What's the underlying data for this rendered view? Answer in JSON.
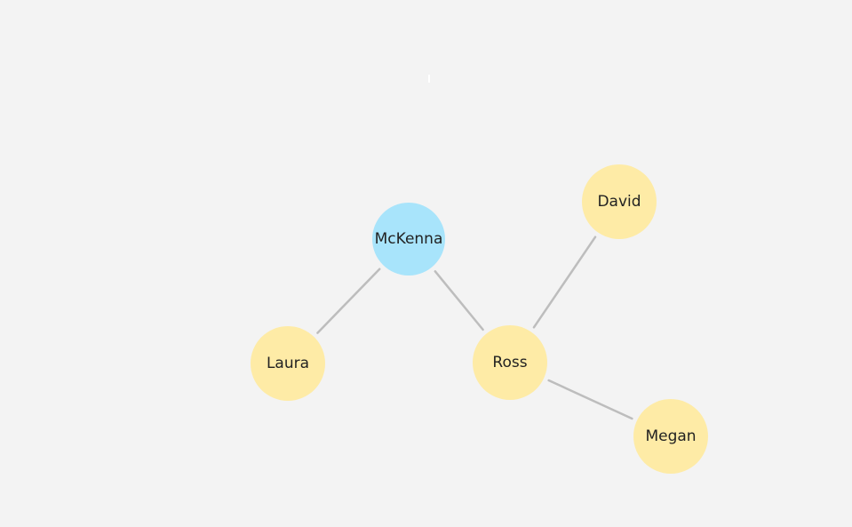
{
  "graph": {
    "colors": {
      "center_node": "#a8e4fb",
      "friend_node": "#feeba6",
      "edge": "#bdbdbd",
      "background": "#f3f3f3",
      "label": "#222222"
    },
    "nodes": [
      {
        "id": "mckenna",
        "label": "McKenna",
        "role": "center"
      },
      {
        "id": "laura",
        "label": "Laura",
        "role": "friend"
      },
      {
        "id": "ross",
        "label": "Ross",
        "role": "friend"
      },
      {
        "id": "david",
        "label": "David",
        "role": "friend"
      },
      {
        "id": "megan",
        "label": "Megan",
        "role": "friend"
      }
    ],
    "edges": [
      {
        "from": "mckenna",
        "to": "laura"
      },
      {
        "from": "mckenna",
        "to": "ross"
      },
      {
        "from": "ross",
        "to": "david"
      },
      {
        "from": "ross",
        "to": "megan"
      }
    ]
  }
}
